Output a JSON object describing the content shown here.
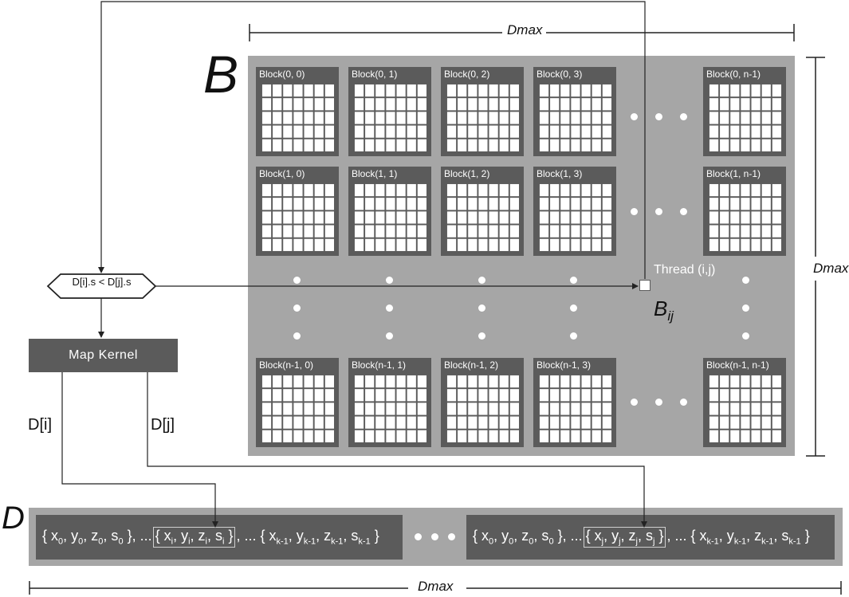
{
  "labels": {
    "b_matrix": "B",
    "d_array": "D",
    "dim_top": "Dmax",
    "dim_right": "Dmax",
    "dim_bottom": "Dmax",
    "condition": "D[i].s < D[j].s",
    "map_kernel": "Map Kernel",
    "d_i": "D[i]",
    "d_j": "D[j]",
    "thread": "Thread (i,j)",
    "bij_main": "B",
    "bij_sub": "ij"
  },
  "blocks": [
    [
      "Block(0, 0)",
      "Block(0, 1)",
      "Block(0, 2)",
      "Block(0, 3)",
      "Block(0, n-1)"
    ],
    [
      "Block(1, 0)",
      "Block(1, 1)",
      "Block(1, 2)",
      "Block(1, 3)",
      "Block(1, n-1)"
    ],
    [
      "Block(n-1, 0)",
      "Block(n-1, 1)",
      "Block(n-1, 2)",
      "Block(n-1, 3)",
      "Block(n-1, n-1)"
    ]
  ],
  "d_segments": {
    "left": [
      "{ x0, y0, z0, s0 }, ...",
      "{ xi, yi, zi, si }",
      ", ... { xk-1, yk-1, zk-1, sk-1 }"
    ],
    "right": [
      "{ x0, y0, z0, s0 }, ...",
      "{ xj, yj, zj, sj }",
      ", ... { xk-1, yk-1, zk-1, sk-1 }"
    ]
  },
  "colors": {
    "grid_background": "#a6a6a6",
    "block": "#5b5b5b",
    "cell": "#ffffff",
    "line": "#222222"
  }
}
